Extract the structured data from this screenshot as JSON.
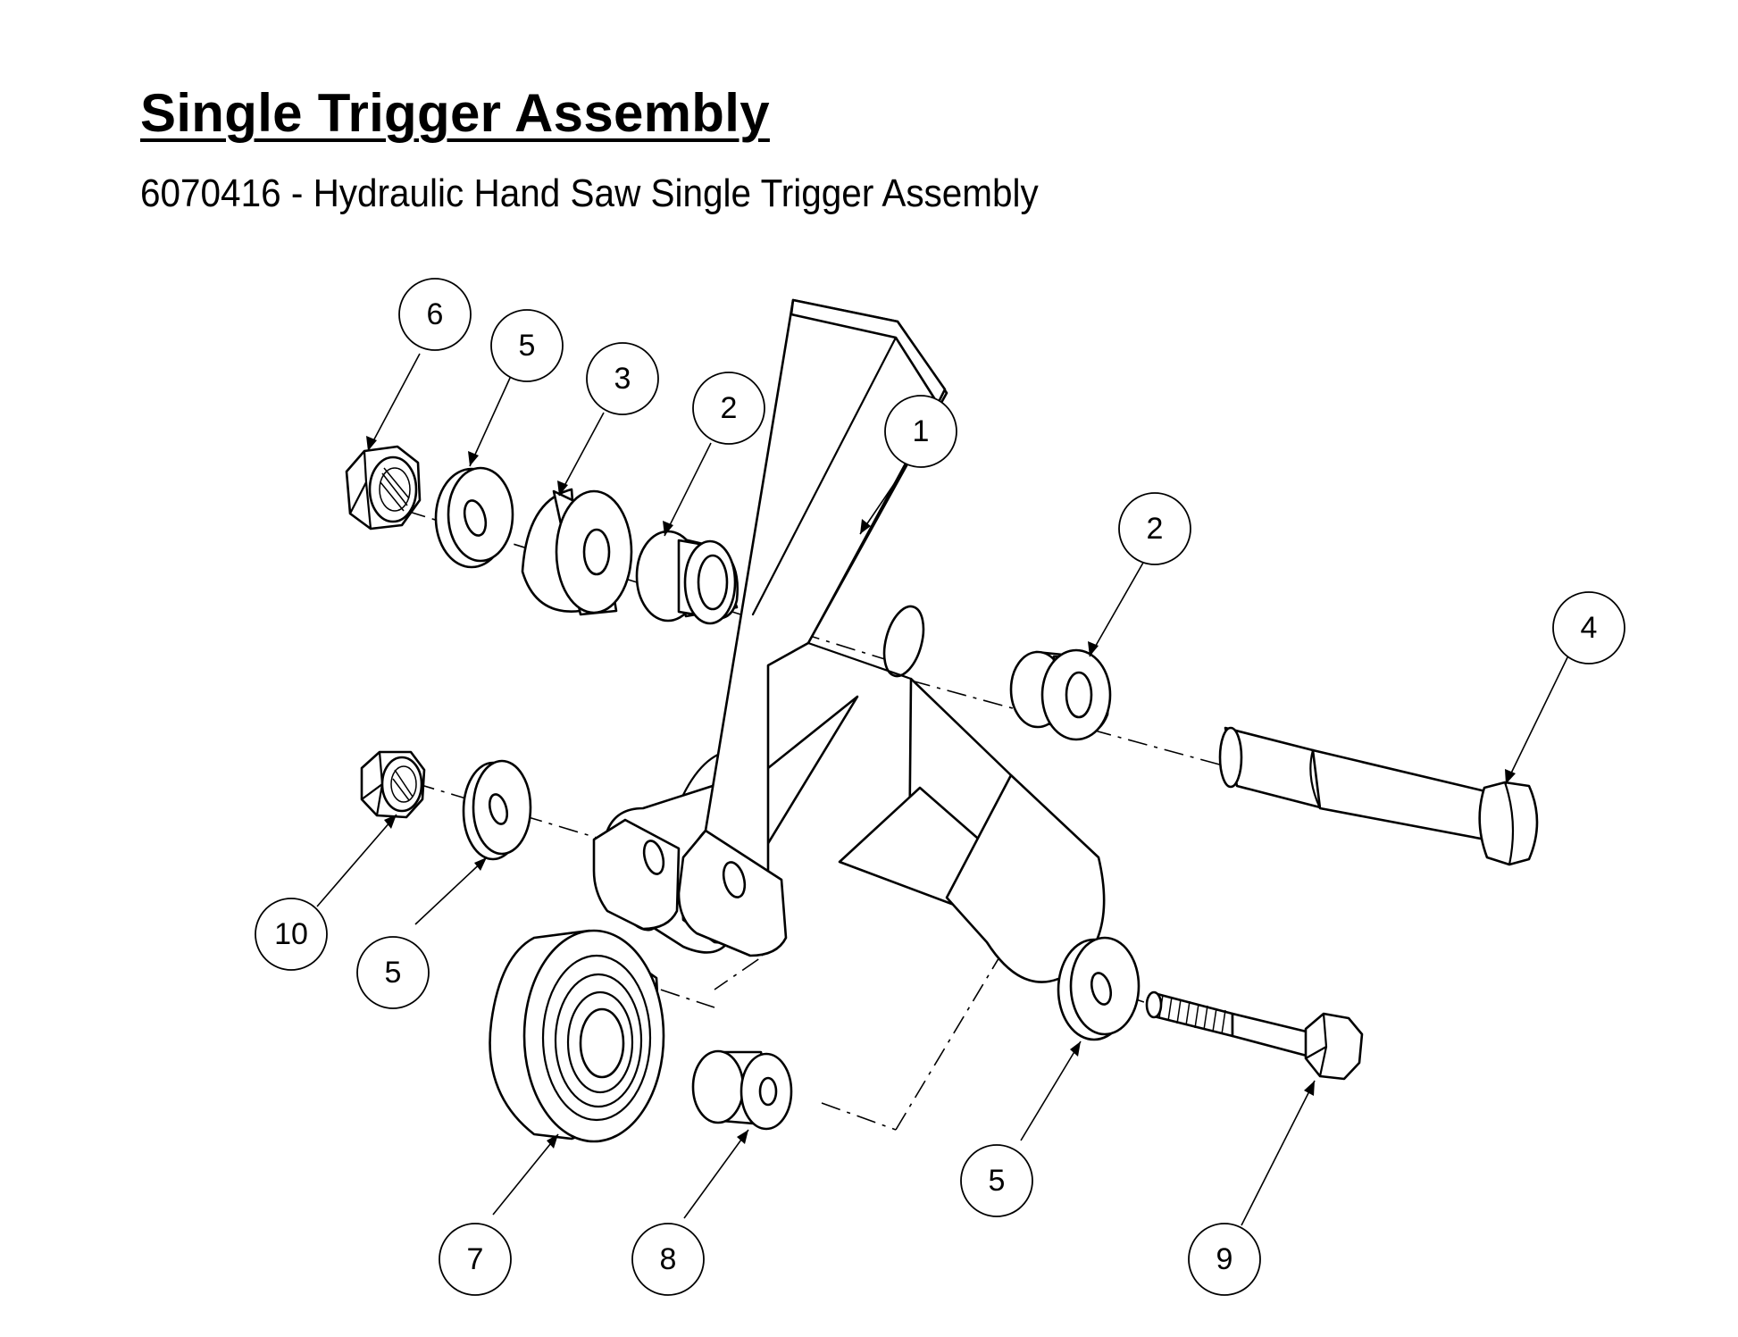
{
  "title": "Single Trigger Assembly",
  "subtitle": "6070416 - Hydraulic Hand Saw Single Trigger Assembly",
  "balloons": [
    {
      "label": "1",
      "part": "trigger-bracket"
    },
    {
      "label": "2",
      "part": "flanged-bushing-upper"
    },
    {
      "label": "2",
      "part": "flanged-bushing-right"
    },
    {
      "label": "3",
      "part": "spacer-sleeve"
    },
    {
      "label": "4",
      "part": "shoulder-pin"
    },
    {
      "label": "5",
      "part": "washer-upper"
    },
    {
      "label": "5",
      "part": "washer-middle"
    },
    {
      "label": "5",
      "part": "washer-lower"
    },
    {
      "label": "6",
      "part": "hex-nut-upper"
    },
    {
      "label": "7",
      "part": "roller-bearing"
    },
    {
      "label": "8",
      "part": "bearing-spacer"
    },
    {
      "label": "9",
      "part": "hex-bolt"
    },
    {
      "label": "10",
      "part": "lock-nut"
    }
  ],
  "colors": {
    "ink": "#000000",
    "paper": "#ffffff"
  }
}
